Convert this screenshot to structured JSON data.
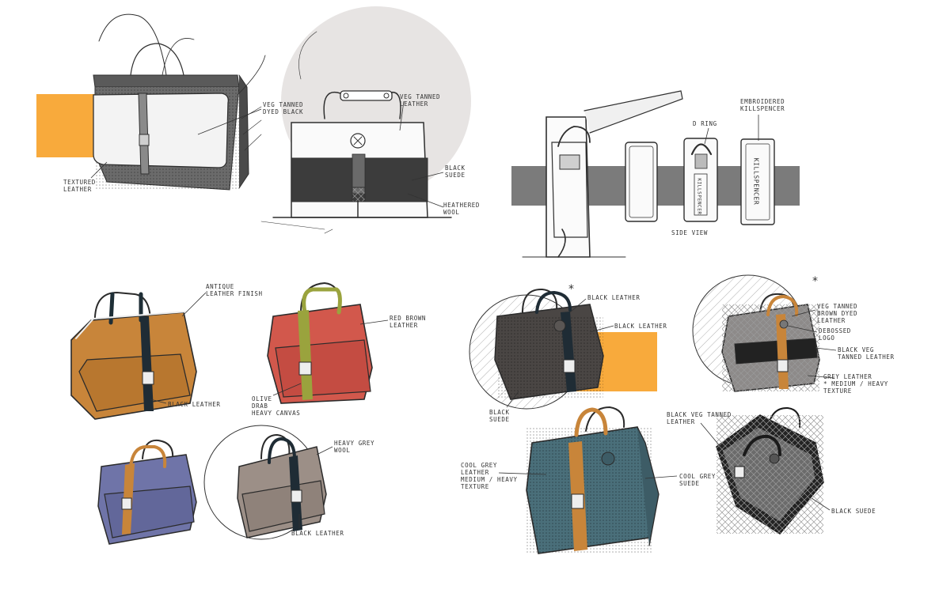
{
  "colors": {
    "accent": "#F8AA3C",
    "ink": "#2f2f2f",
    "band_gray": "#8a8a8a",
    "circle_gray": "#e7e4e3",
    "tan": "#c8853a",
    "red": "#d2584c",
    "olive": "#9aa33d",
    "purple": "#6f74a8",
    "taupe": "#9c8f87",
    "charcoal": "#4a4644",
    "teal": "#4a6f7a",
    "black": "#232323"
  },
  "annotations": {
    "textured_leather": [
      "TEXTURED",
      "LEATHER"
    ],
    "veg_tanned_dyed_black": [
      "VEG TANNED",
      "DYED BLACK"
    ],
    "veg_tanned_leather": [
      "VEG TANNED",
      "LEATHER"
    ],
    "black_suede": [
      "BLACK",
      "SUEDE"
    ],
    "heathered_wool": [
      "HEATHERED",
      "WOOL"
    ],
    "embroidered_killspencer": [
      "EMBROIDERED",
      "KILLSPENCER"
    ],
    "d_ring": [
      "D RING"
    ],
    "side_view": [
      "SIDE VIEW"
    ],
    "strap_text_1": "KILLSPENCER",
    "strap_text_2": "KILLSPENCER",
    "antique_leather_finish": [
      "ANTIQUE",
      "LEATHER FINISH"
    ],
    "red_brown_leather": [
      "RED BROWN",
      "LEATHER"
    ],
    "olive_drab_heavy_canvas": [
      "OLIVE",
      "DRAB",
      "HEAVY CANVAS"
    ],
    "black_leather_1": [
      "BLACK LEATHER"
    ],
    "heavy_grey_wool": [
      "HEAVY GREY",
      "WOOL"
    ],
    "black_leather_2": [
      "BLACK LEATHER"
    ],
    "black_leather_3": [
      "BLACK LEATHER"
    ],
    "black_leather_4": [
      "BLACK LEATHER"
    ],
    "black_suede_2": [
      "BLACK",
      "SUEDE"
    ],
    "veg_tanned_brown_dyed": [
      "VEG TANNED",
      "BROWN DYED",
      "LEATHER"
    ],
    "debossed_logo": [
      "DEBOSSED",
      "LOGO"
    ],
    "black_veg_tanned_leather_1": [
      "BLACK VEG",
      "TANNED LEATHER"
    ],
    "grey_leather": [
      "GREY LEATHER",
      "* MEDIUM / HEAVY",
      "TEXTURE"
    ],
    "black_veg_tanned_leather_2": [
      "BLACK VEG TANNED",
      "LEATHER"
    ],
    "cool_grey_leather": [
      "COOL GREY",
      "LEATHER",
      "MEDIUM / HEAVY",
      "TEXTURE"
    ],
    "cool_grey_suede": [
      "COOL GREY",
      "SUEDE"
    ],
    "black_suede_3": [
      "BLACK SUEDE"
    ],
    "star_1": "*",
    "star_2": "*"
  }
}
